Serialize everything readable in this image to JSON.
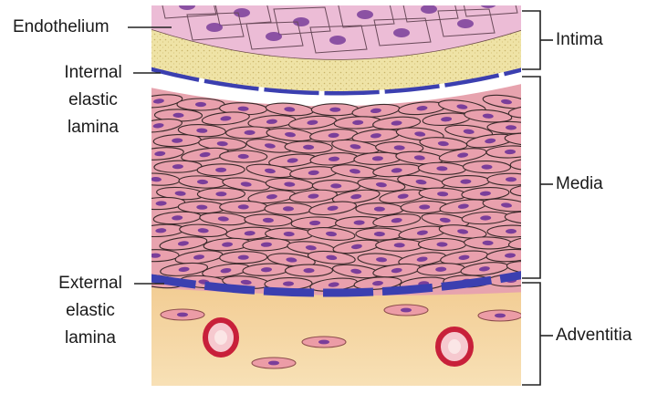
{
  "left_labels": {
    "endothelium": "Endothelium",
    "internal_elastic_lamina": [
      "Internal",
      "elastic",
      "lamina"
    ],
    "external_elastic_lamina": [
      "External",
      "elastic",
      "lamina"
    ]
  },
  "right_labels": {
    "intima": "Intima",
    "media": "Media",
    "adventitia": "Adventitia"
  },
  "colors": {
    "intima_cells": "#e7b3cf",
    "nucleus": "#7a3e9a",
    "elastic_lamina": "#3b3fb0",
    "smooth_muscle": "#e9a0ad",
    "smooth_muscle_outline": "#3a2a2a",
    "adventitia": "#f4d29a",
    "vessel_ring": "#c8203a"
  }
}
